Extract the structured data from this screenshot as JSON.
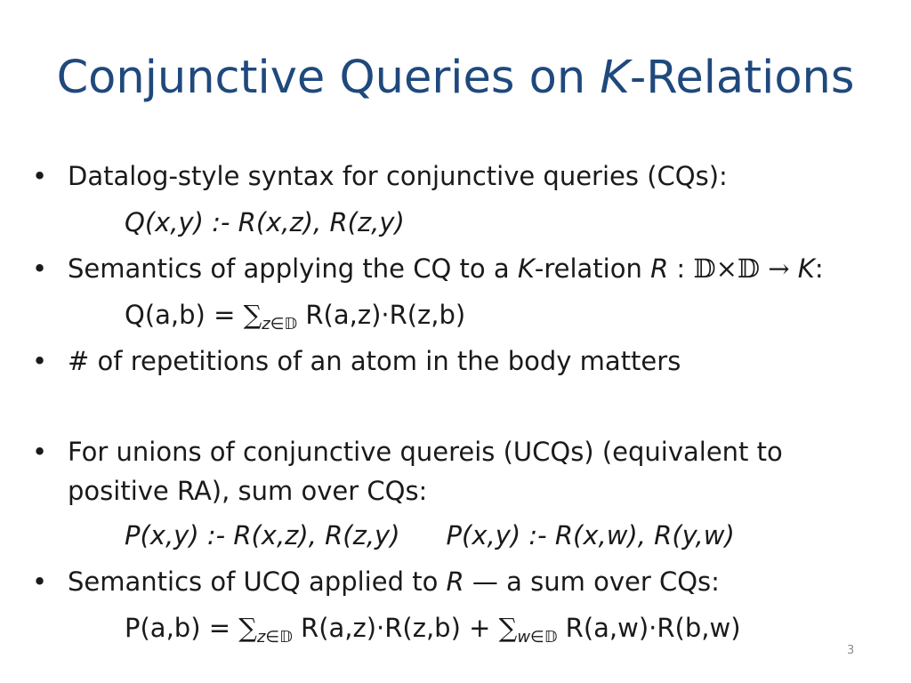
{
  "slide": {
    "title_prefix": "Conjunctive Queries on ",
    "title_italic": "K",
    "title_suffix": "-Relations",
    "number": "3"
  },
  "bullets": {
    "b1": "Datalog-style syntax for conjunctive queries (CQs):",
    "b2_text": "Semantics of applying the CQ to a ",
    "b2_k": "K",
    "b2_text2": "-relation ",
    "b2_r": "R",
    "b2_sig_colon": " : ",
    "b2_sig": "𝔻×𝔻 → ",
    "b2_k2": "K",
    "b2_end": ":",
    "b3": "# of repetitions of an atom in the body matters",
    "b4": "For unions of conjunctive quereis (UCQs) (equivalent to positive RA), sum over CQs:",
    "b5_text": "Semantics of UCQ applied to ",
    "b5_r": "R",
    "b5_text2": " — a sum over CQs:"
  },
  "bullet_glyph": "•",
  "formulas": {
    "f1": "Q(x,y) :- R(x,z), R(z,y)",
    "f2_lhs": "Q(a,b) = ",
    "f2_sum": "∑",
    "f2_sub": "z∈𝔻",
    "f2_rhs": " R(a,z)·R(z,b)",
    "f3_a": "P(x,y) :- R(x,z), R(z,y)",
    "f3_b": "P(x,y) :- R(x,w), R(y,w)",
    "f4_lhs": "P(a,b) = ",
    "f4_sum1": "∑",
    "f4_sub1": "z∈𝔻",
    "f4_mid": " R(a,z)·R(z,b)  +  ",
    "f4_sum2": "∑",
    "f4_sub2": "w∈𝔻",
    "f4_rhs": " R(a,w)·R(b,w)"
  }
}
